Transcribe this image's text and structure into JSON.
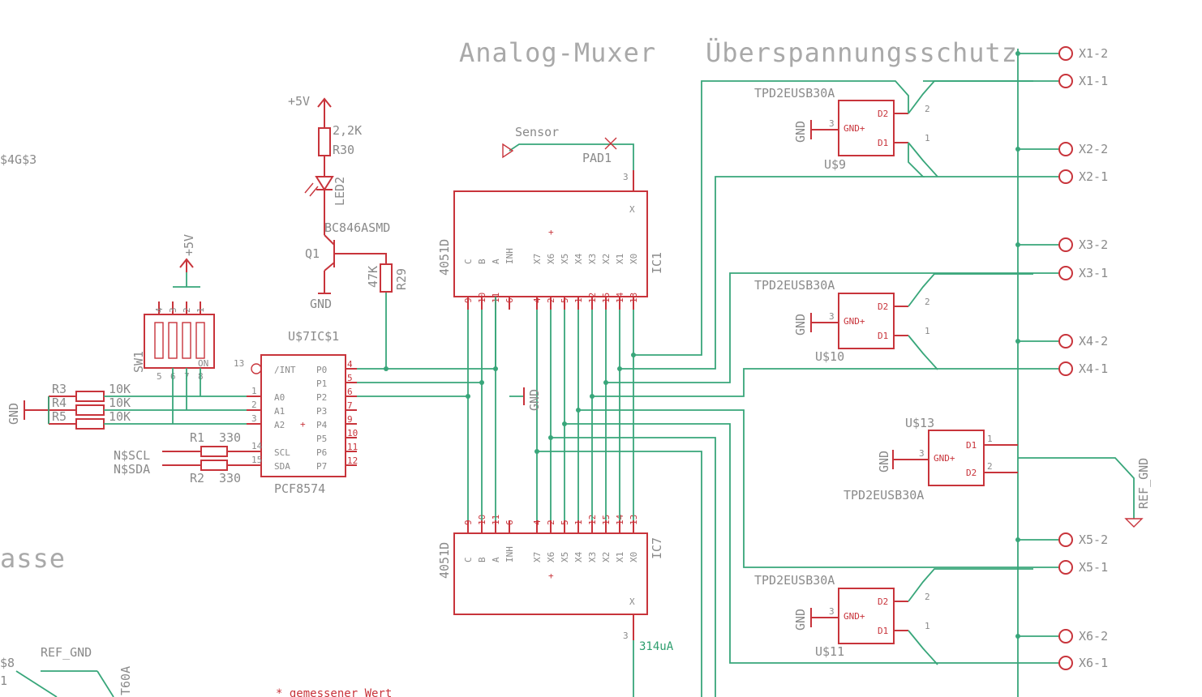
{
  "titles": {
    "main": "Analog-Muxer",
    "protection": "Überspannungsschutz",
    "left_partial": "asse"
  },
  "connectors": [
    {
      "name": "X1-2"
    },
    {
      "name": "X1-1"
    },
    {
      "name": "X2-2"
    },
    {
      "name": "X2-1"
    },
    {
      "name": "X3-2"
    },
    {
      "name": "X3-1"
    },
    {
      "name": "X4-2"
    },
    {
      "name": "X4-1"
    },
    {
      "name": "X5-2"
    },
    {
      "name": "X5-1"
    },
    {
      "name": "X6-2"
    },
    {
      "name": "X6-1"
    }
  ],
  "tvs": {
    "part": "TPD2EUSB30A",
    "instances": [
      "U$9",
      "U$10",
      "U$13",
      "U$11"
    ],
    "pins": {
      "gnd": "GND",
      "d1": "D1",
      "d2": "D2",
      "p1": "1",
      "p2": "2",
      "p3": "3"
    },
    "gnd_net": "GND",
    "ref_gnd": "REF_GND"
  },
  "mux": {
    "part": "4051D",
    "ic1": "IC1",
    "ic7": "IC7",
    "pin_names": [
      "C",
      "B",
      "A",
      "INH",
      "X7",
      "X6",
      "X5",
      "X4",
      "X3",
      "X2",
      "X1",
      "X0"
    ],
    "pin_numbers": [
      "9",
      "10",
      "11",
      "6",
      "4",
      "2",
      "5",
      "1",
      "12",
      "15",
      "14",
      "13"
    ],
    "x_pin": "X",
    "x_pin_number": "3",
    "sensor": "Sensor",
    "pad": "PAD1",
    "current": "314uA",
    "gnd": "GND"
  },
  "expander": {
    "name": "U$7IC$1",
    "part": "PCF8574",
    "left_pins": [
      "/INT",
      "A0",
      "A1",
      "A2",
      "SCL",
      "SDA"
    ],
    "left_numbers": [
      "13",
      "1",
      "2",
      "3",
      "14",
      "15"
    ],
    "right_pins": [
      "P0",
      "P1",
      "P2",
      "P3",
      "P4",
      "P5",
      "P6",
      "P7"
    ],
    "right_numbers": [
      "4",
      "5",
      "6",
      "7",
      "9",
      "10",
      "11",
      "12"
    ]
  },
  "led_circuit": {
    "supply": "+5V",
    "r30_value": "2,2K",
    "r30": "R30",
    "led": "LED2",
    "transistor": "BC846ASMD",
    "q": "Q1",
    "r29_value": "47K",
    "r29": "R29",
    "gnd": "GND"
  },
  "dip": {
    "name": "SW1",
    "supply": "+5V",
    "on": "ON",
    "top_numbers": [
      "4",
      "3",
      "2",
      "1"
    ],
    "bottom_numbers": [
      "5",
      "6",
      "7",
      "8"
    ]
  },
  "resistors": [
    {
      "name": "R3",
      "value": "10K"
    },
    {
      "name": "R4",
      "value": "10K"
    },
    {
      "name": "R5",
      "value": "10K"
    },
    {
      "name": "R1",
      "value": "330"
    },
    {
      "name": "R2",
      "value": "330"
    }
  ],
  "nets": {
    "scl": "N$SCL",
    "sda": "N$SDA",
    "gnd": "GND"
  },
  "fragments": {
    "left_u": "$4G$3",
    "left_u8": "$8",
    "ref_gnd": "REF_GND",
    "t60": "T60A",
    "pin1": "1",
    "note": "* gemessener Wert"
  }
}
